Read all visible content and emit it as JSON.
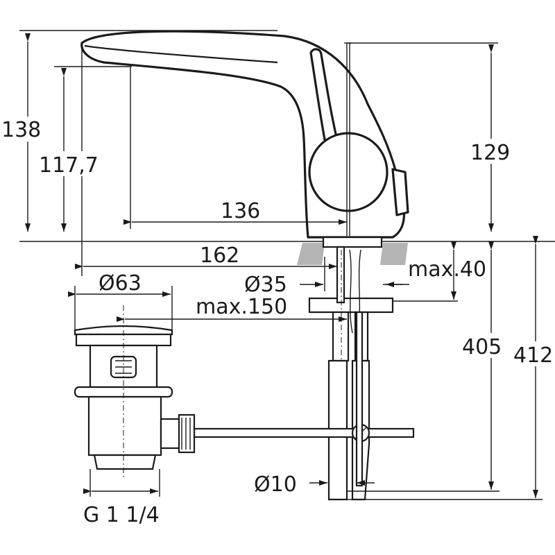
{
  "dimensions": {
    "height_total": "138",
    "height_spout": "117,7",
    "height_right": "129",
    "spout_reach": "136",
    "overall_length": "162",
    "drain_diameter": "Ø63",
    "hole_diameter": "Ø35",
    "max_deck": "max.40",
    "max_distance": "max.150",
    "below_deck": "405",
    "total_below": "412",
    "rod_diameter": "Ø10",
    "thread": "G 1 1/4"
  }
}
